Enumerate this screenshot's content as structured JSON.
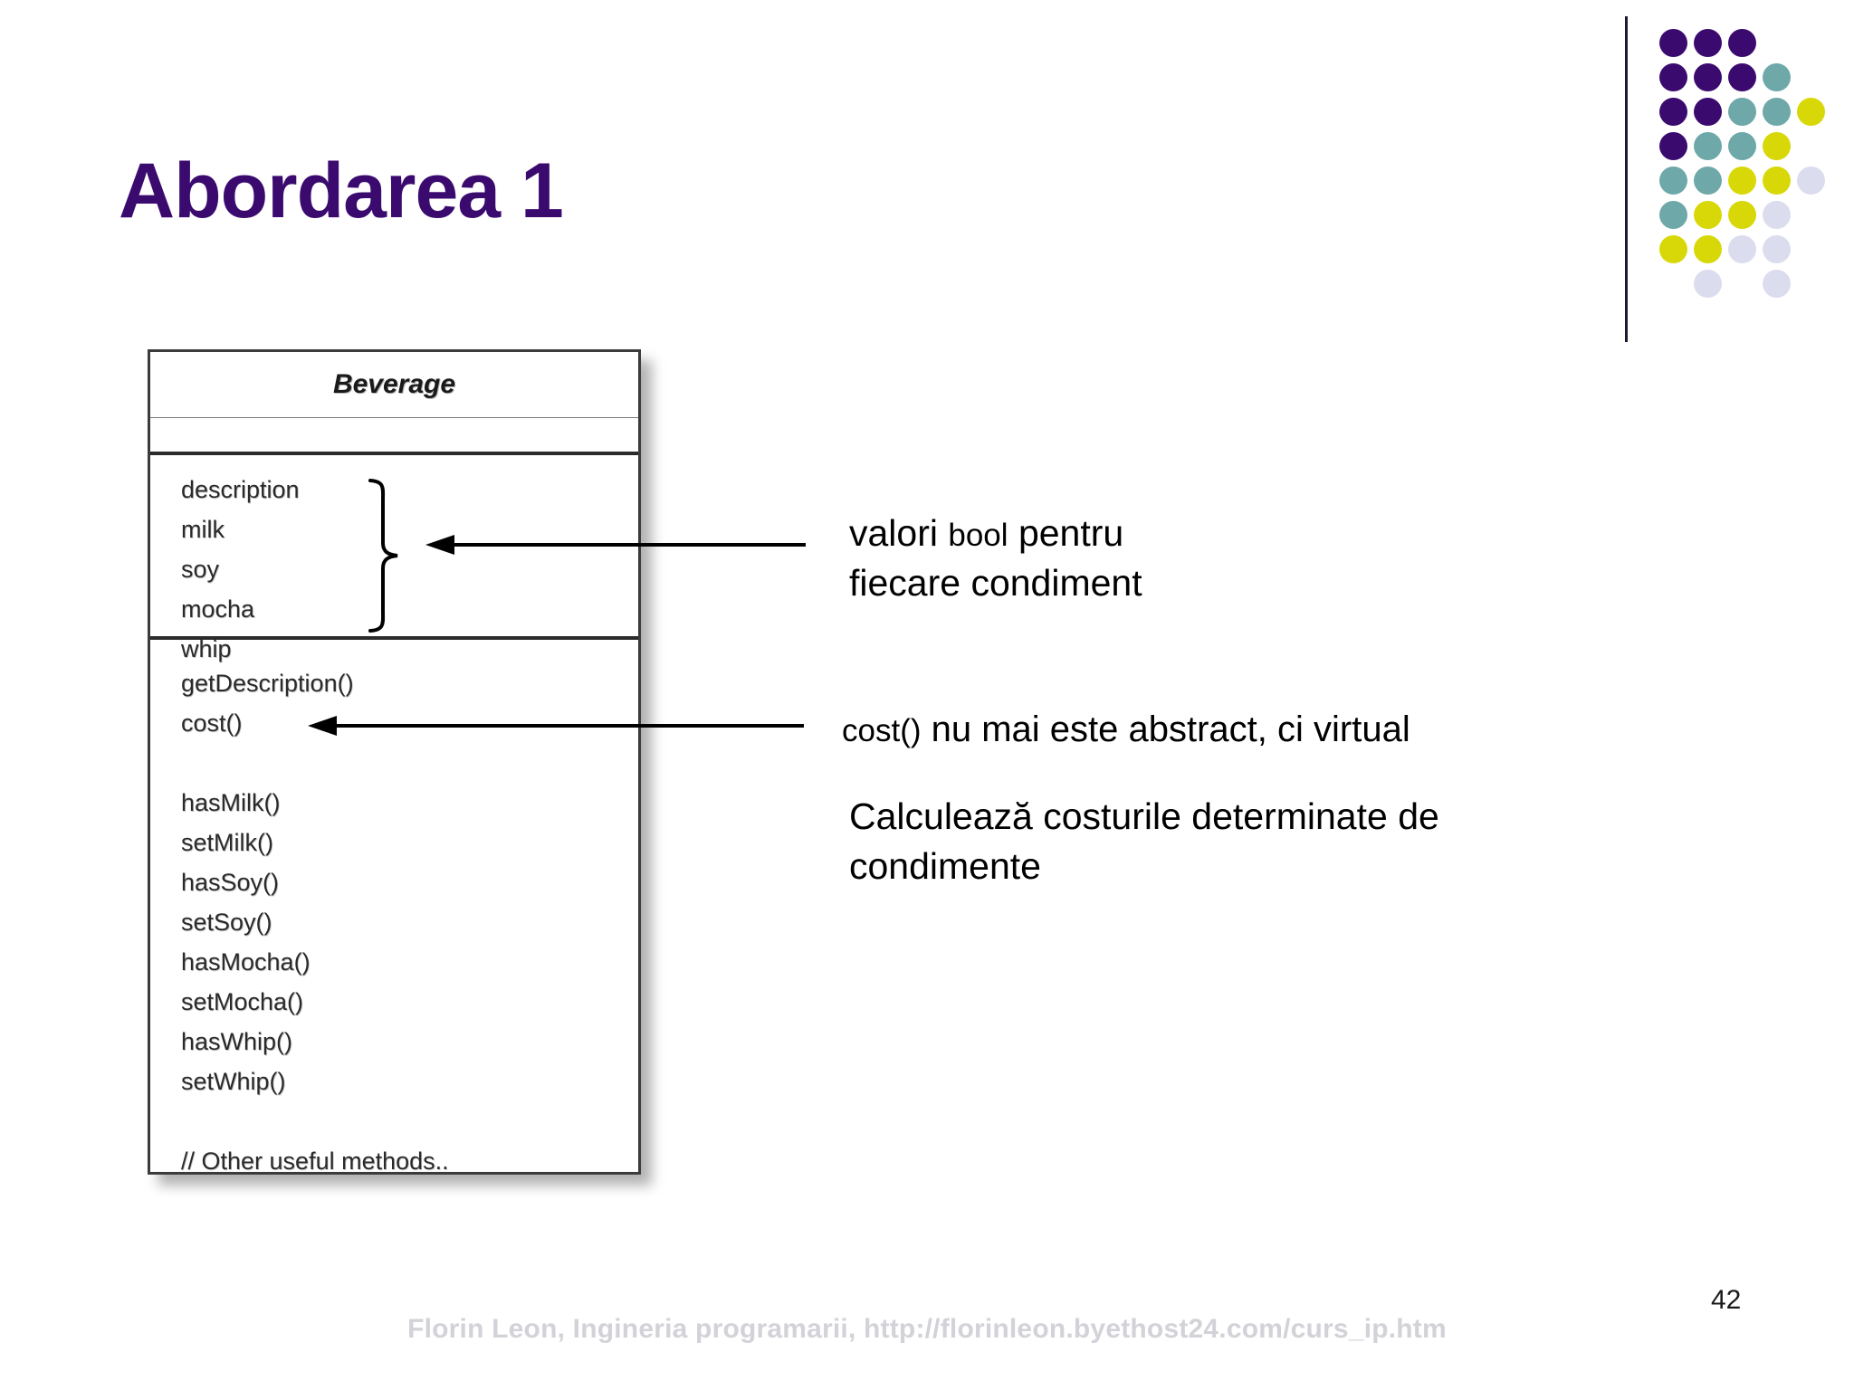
{
  "slide": {
    "title": "Abordarea 1",
    "title_color": "#3b0a6e",
    "page_number": "42",
    "footer": "Florin Leon, Ingineria programarii, http://florinleon.byethost24.com/curs_ip.htm"
  },
  "logo": {
    "name": "dot-matrix-logo",
    "colors": {
      "purple": "#3b0a6e",
      "teal": "#6ea8a8",
      "yellow": "#d8d808",
      "lavender": "#dcdcef"
    },
    "rows": [
      [
        "purple",
        "purple",
        "purple",
        null,
        null
      ],
      [
        "purple",
        "purple",
        "purple",
        "teal",
        null
      ],
      [
        "purple",
        "purple",
        "teal",
        "teal",
        "yellow"
      ],
      [
        "purple",
        "teal",
        "teal",
        "yellow",
        null
      ],
      [
        "teal",
        "teal",
        "yellow",
        "yellow",
        "lavender"
      ],
      [
        "teal",
        "yellow",
        "yellow",
        "lavender",
        null
      ],
      [
        "yellow",
        "yellow",
        "lavender",
        "lavender",
        null
      ],
      [
        null,
        "lavender",
        null,
        "lavender",
        null
      ]
    ]
  },
  "uml": {
    "class_name": "Beverage",
    "attributes": [
      "description",
      "milk",
      "soy",
      "mocha",
      "whip"
    ],
    "methods": [
      "getDescription()",
      "cost()",
      "",
      "hasMilk()",
      "setMilk()",
      "hasSoy()",
      "setSoy()",
      "hasMocha()",
      "setMocha()",
      "hasWhip()",
      "setWhip()",
      "",
      "// Other useful methods.."
    ]
  },
  "annotations": {
    "a1_part1": "valori ",
    "a1_code": "bool",
    "a1_part2": " pentru",
    "a1_line2": "fiecare condiment",
    "a2_code": "cost()",
    "a2_rest": " nu mai este abstract, ci virtual",
    "a3_line1": "Calculează costurile determinate de",
    "a3_line2": "condimente"
  }
}
